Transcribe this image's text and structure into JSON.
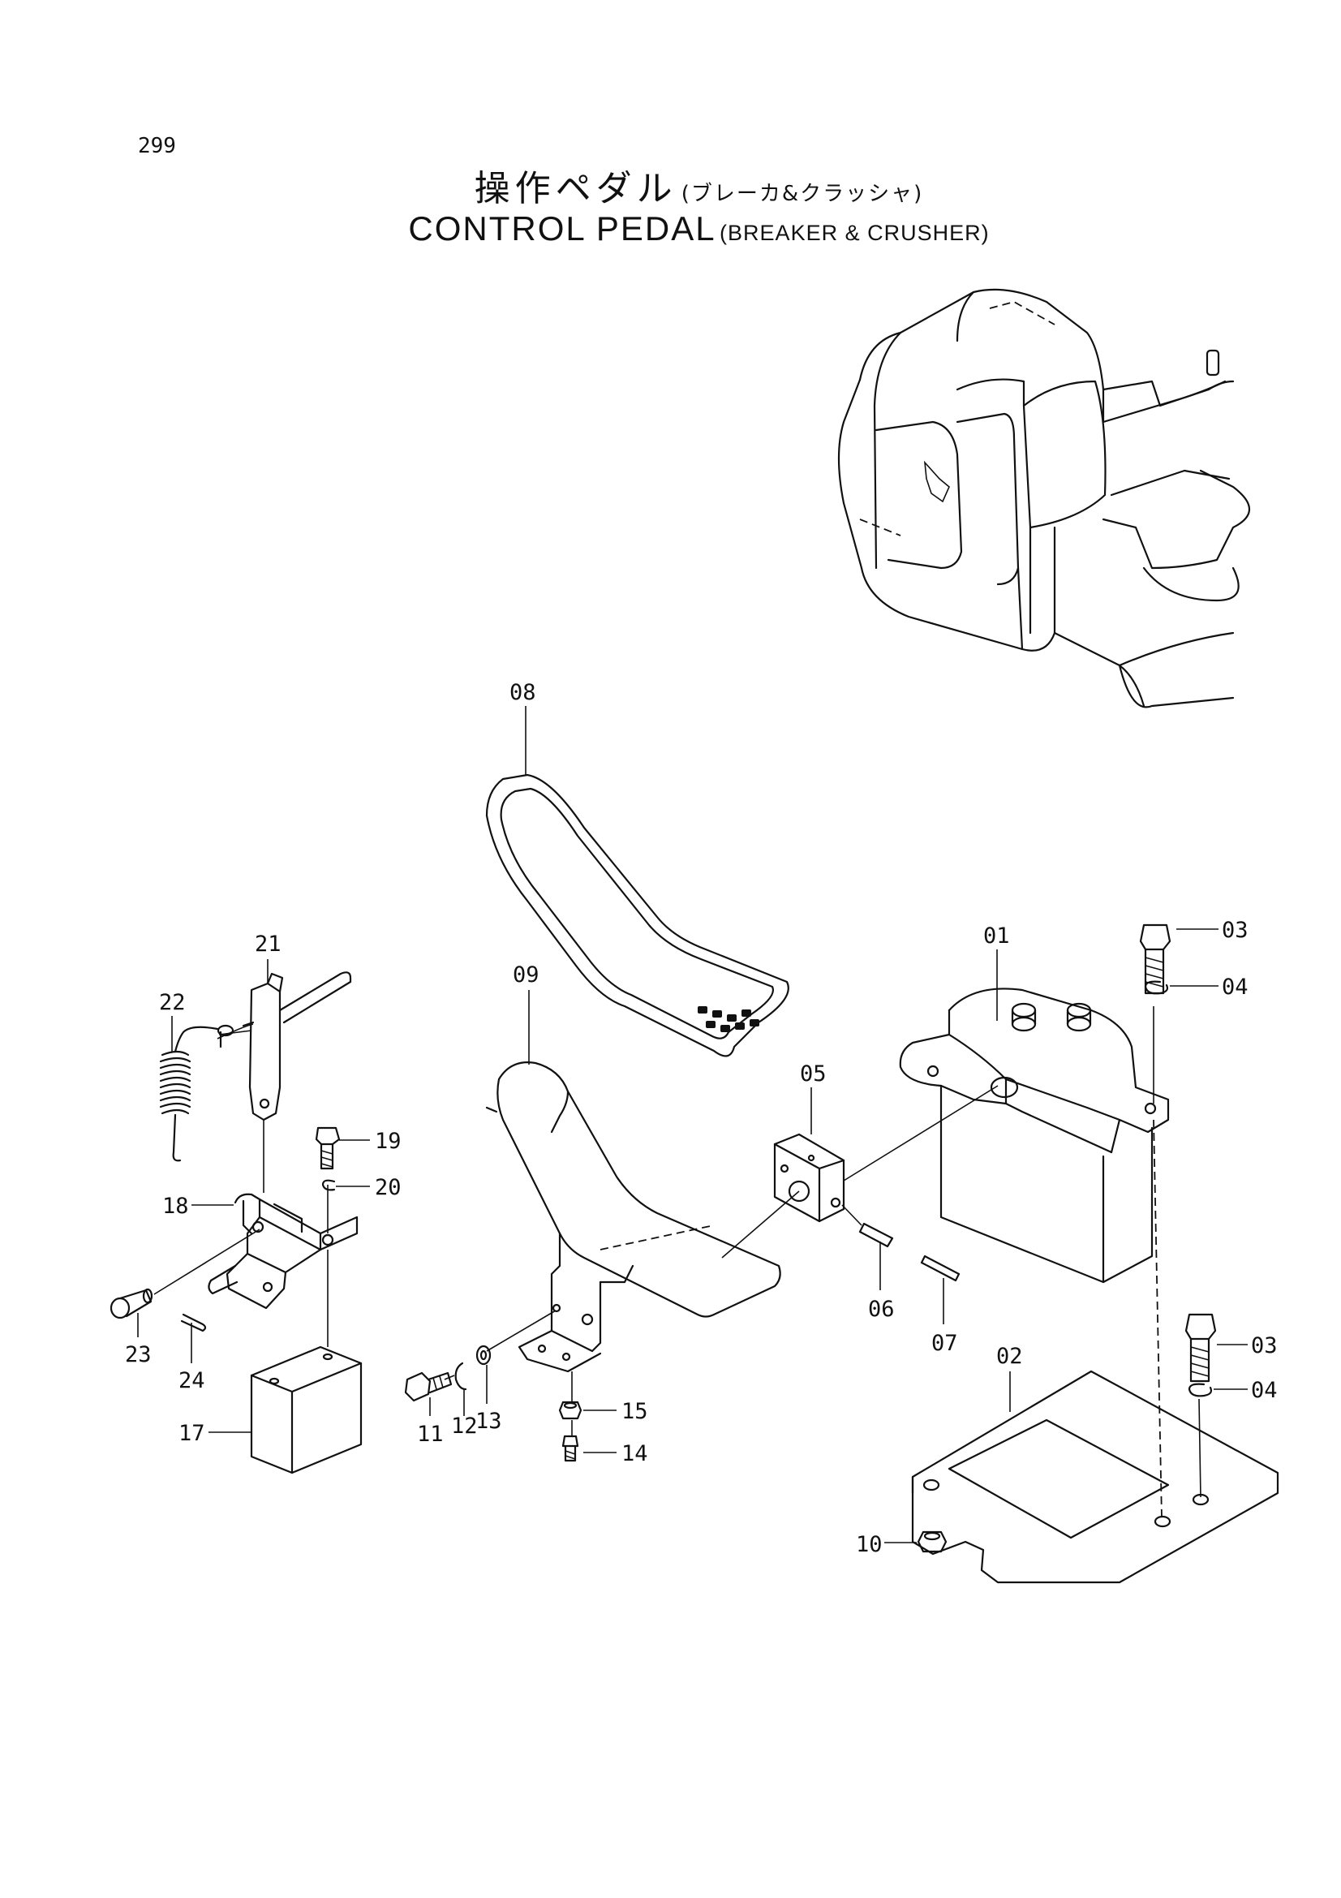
{
  "page_number": "299",
  "title": {
    "jp_main": "操作ペダル",
    "jp_sub": "(ブレーカ&クラッシャ)",
    "en_main": "CONTROL PEDAL",
    "en_sub": "(BREAKER & CRUSHER)"
  },
  "parts": {
    "p01": "01",
    "p02": "02",
    "p03a": "03",
    "p03b": "03",
    "p04a": "04",
    "p04b": "04",
    "p05": "05",
    "p06": "06",
    "p07": "07",
    "p08": "08",
    "p09": "09",
    "p10": "10",
    "p11": "11",
    "p12": "12",
    "p13": "13",
    "p14": "14",
    "p15": "15",
    "p17": "17",
    "p18": "18",
    "p19": "19",
    "p20": "20",
    "p21": "21",
    "p22": "22",
    "p23": "23",
    "p24": "24"
  }
}
